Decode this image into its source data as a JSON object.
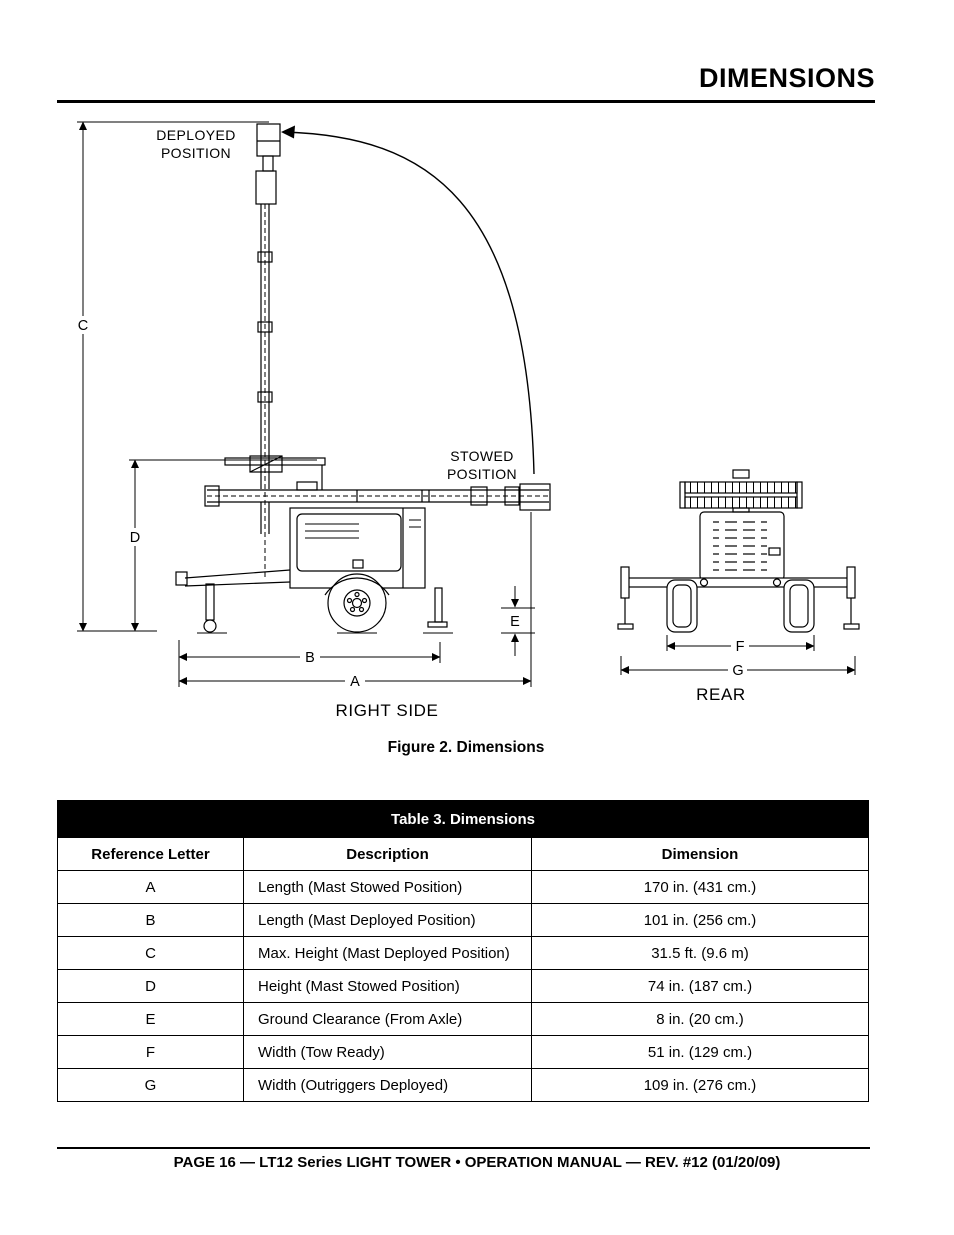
{
  "page": {
    "title": "DIMENSIONS",
    "footer": "PAGE 16 — LT12 Series LIGHT TOWER • OPERATION MANUAL — REV. #12 (01/20/09)"
  },
  "figure": {
    "caption": "Figure 2. Dimensions",
    "labels": {
      "deployed1": "DEPLOYED",
      "deployed2": "POSITION",
      "stowed1": "STOWED",
      "stowed2": "POSITION",
      "right_side": "RIGHT SIDE",
      "rear": "REAR",
      "a": "A",
      "b": "B",
      "c": "C",
      "d": "D",
      "e": "E",
      "f": "F",
      "g": "G"
    }
  },
  "table": {
    "title": "Table 3. Dimensions",
    "headers": [
      "Reference Letter",
      "Description",
      "Dimension"
    ],
    "rows": [
      {
        "letter": "A",
        "description": "Length (Mast Stowed Position)",
        "dimension": "170 in. (431 cm.)"
      },
      {
        "letter": "B",
        "description": "Length (Mast Deployed Position)",
        "dimension": "101 in. (256 cm.)"
      },
      {
        "letter": "C",
        "description": "Max. Height (Mast Deployed Position)",
        "dimension": "31.5 ft. (9.6 m)"
      },
      {
        "letter": "D",
        "description": "Height (Mast Stowed Position)",
        "dimension": "74 in. (187 cm.)"
      },
      {
        "letter": "E",
        "description": "Ground Clearance (From Axle)",
        "dimension": "8 in. (20 cm.)"
      },
      {
        "letter": "F",
        "description": "Width (Tow Ready)",
        "dimension": "51 in. (129 cm.)"
      },
      {
        "letter": "G",
        "description": "Width (Outriggers Deployed)",
        "dimension": "109 in. (276 cm.)"
      }
    ]
  }
}
